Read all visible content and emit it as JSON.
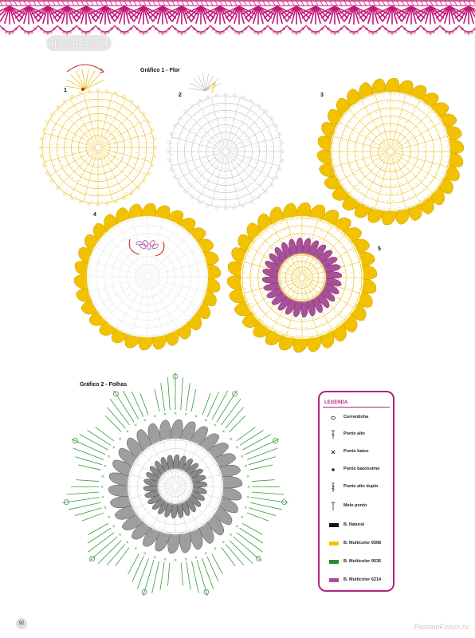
{
  "section_tag": "DECORAÇÃO",
  "chart1_title": "Gráfico 1 - Flor",
  "chart2_title": "Gráfico 2 - Folhas",
  "step_numbers": [
    "1",
    "2",
    "3",
    "4",
    "5"
  ],
  "legend": {
    "title": "LEGENDA",
    "items": [
      {
        "label": "Correntinha",
        "symbol": "chain-icon"
      },
      {
        "label": "Ponto alto",
        "symbol": "double-crochet-icon"
      },
      {
        "label": "Ponto baixo",
        "symbol": "single-crochet-icon"
      },
      {
        "label": "Ponto baixíssimo",
        "symbol": "slip-stitch-icon"
      },
      {
        "label": "Ponto alto duplo",
        "symbol": "treble-crochet-icon"
      },
      {
        "label": "Meio ponto",
        "symbol": "half-double-crochet-icon"
      },
      {
        "label": "B. Natural",
        "color": "#111111"
      },
      {
        "label": "B. Multicolor 9368",
        "color": "#f2c200"
      },
      {
        "label": "B. Multicolor 9536",
        "color": "#2e8b2e"
      },
      {
        "label": "B. Multicolor 6214",
        "color": "#a8509a"
      }
    ]
  },
  "colors": {
    "border": "#c2187a",
    "yellow": "#f2c200",
    "yellow_line": "#e8b800",
    "purple": "#a8509a",
    "green": "#3a9a3a",
    "grey_line": "#bdbdbd"
  },
  "page_number": "92",
  "watermark": "PassionForum.ru"
}
